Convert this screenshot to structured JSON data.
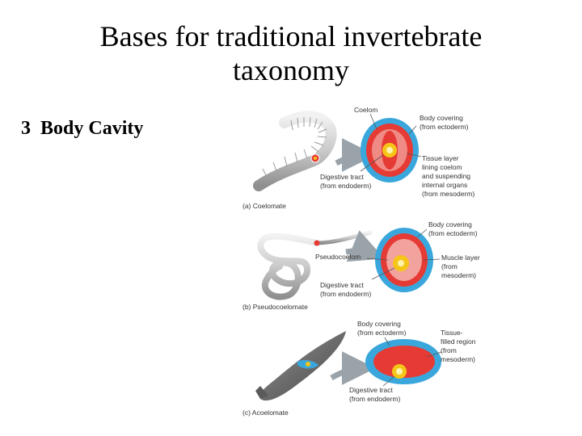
{
  "title": {
    "line1": "Bases for traditional invertebrate",
    "line2": "taxonomy"
  },
  "subtitle": {
    "number": "3",
    "text": "Body Cavity"
  },
  "colors": {
    "ectoderm": "#3aa7dc",
    "coelom": "#e63a34",
    "mesoderm": "#e63a34",
    "endoderm": "#f5c518",
    "arrow": "#9aa3aa"
  },
  "panels": {
    "coelomate": {
      "caption": "(a) Coelomate",
      "labels": {
        "coelom": "Coelom",
        "body_covering": [
          "Body covering",
          "(from ectoderm)"
        ],
        "tissue_layer": [
          "Tissue layer",
          "lining coelom",
          "and suspending",
          "internal organs",
          "(from mesoderm)"
        ],
        "digestive_tract": [
          "Digestive tract",
          "(from endoderm)"
        ]
      }
    },
    "pseudocoelomate": {
      "caption": "(b) Pseudocoelomate",
      "labels": {
        "body_covering": [
          "Body covering",
          "(from ectoderm)"
        ],
        "pseudocoelom": "Pseudocoelom",
        "muscle_layer": [
          "Muscle layer",
          "(from",
          "mesoderm)"
        ],
        "digestive_tract": [
          "Digestive tract",
          "(from endoderm)"
        ]
      }
    },
    "acoelomate": {
      "caption": "(c) Acoelomate",
      "labels": {
        "body_covering": [
          "Body covering",
          "(from ectoderm)"
        ],
        "tissue_filled": [
          "Tissue-",
          "filled region",
          "(from",
          "mesoderm)"
        ],
        "digestive_tract": [
          "Digestive tract",
          "(from endoderm)"
        ]
      }
    }
  }
}
